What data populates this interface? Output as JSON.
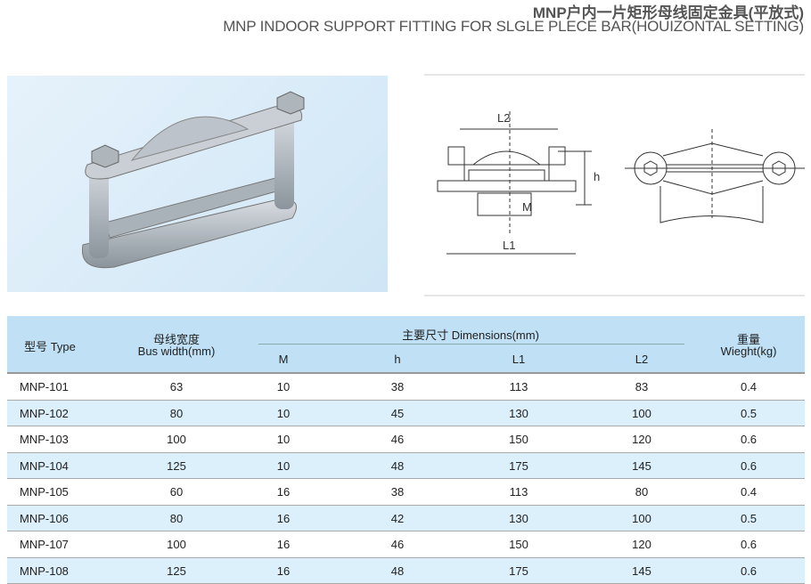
{
  "title": {
    "cn": "MNP户内一片矩形母线固定金具(平放式)",
    "en": "MNP INDOOR SUPPORT FITTING FOR SLGLE PLECE BAR(HOUIZONTAL SETTING)"
  },
  "drawing": {
    "l2": "L2",
    "l1": "L1",
    "h": "h",
    "m": "M"
  },
  "table": {
    "headers": {
      "type": "型号 Type",
      "bus_cn": "母线宽度",
      "bus_en": "Bus width(mm)",
      "dims": "主要尺寸 Dimensions(mm)",
      "m": "M",
      "h": "h",
      "l1": "L1",
      "l2": "L2",
      "weight_cn": "重量",
      "weight_en": "Wieght(kg)"
    },
    "rows": [
      [
        "MNP-101",
        "63",
        "10",
        "38",
        "113",
        "83",
        "0.4"
      ],
      [
        "MNP-102",
        "80",
        "10",
        "45",
        "130",
        "100",
        "0.5"
      ],
      [
        "MNP-103",
        "100",
        "10",
        "46",
        "150",
        "120",
        "0.6"
      ],
      [
        "MNP-104",
        "125",
        "10",
        "48",
        "175",
        "145",
        "0.6"
      ],
      [
        "MNP-105",
        "60",
        "16",
        "38",
        "113",
        "80",
        "0.4"
      ],
      [
        "MNP-106",
        "80",
        "16",
        "42",
        "130",
        "100",
        "0.5"
      ],
      [
        "MNP-107",
        "100",
        "16",
        "46",
        "150",
        "120",
        "0.6"
      ],
      [
        "MNP-108",
        "125",
        "16",
        "48",
        "175",
        "145",
        "0.6"
      ]
    ]
  }
}
